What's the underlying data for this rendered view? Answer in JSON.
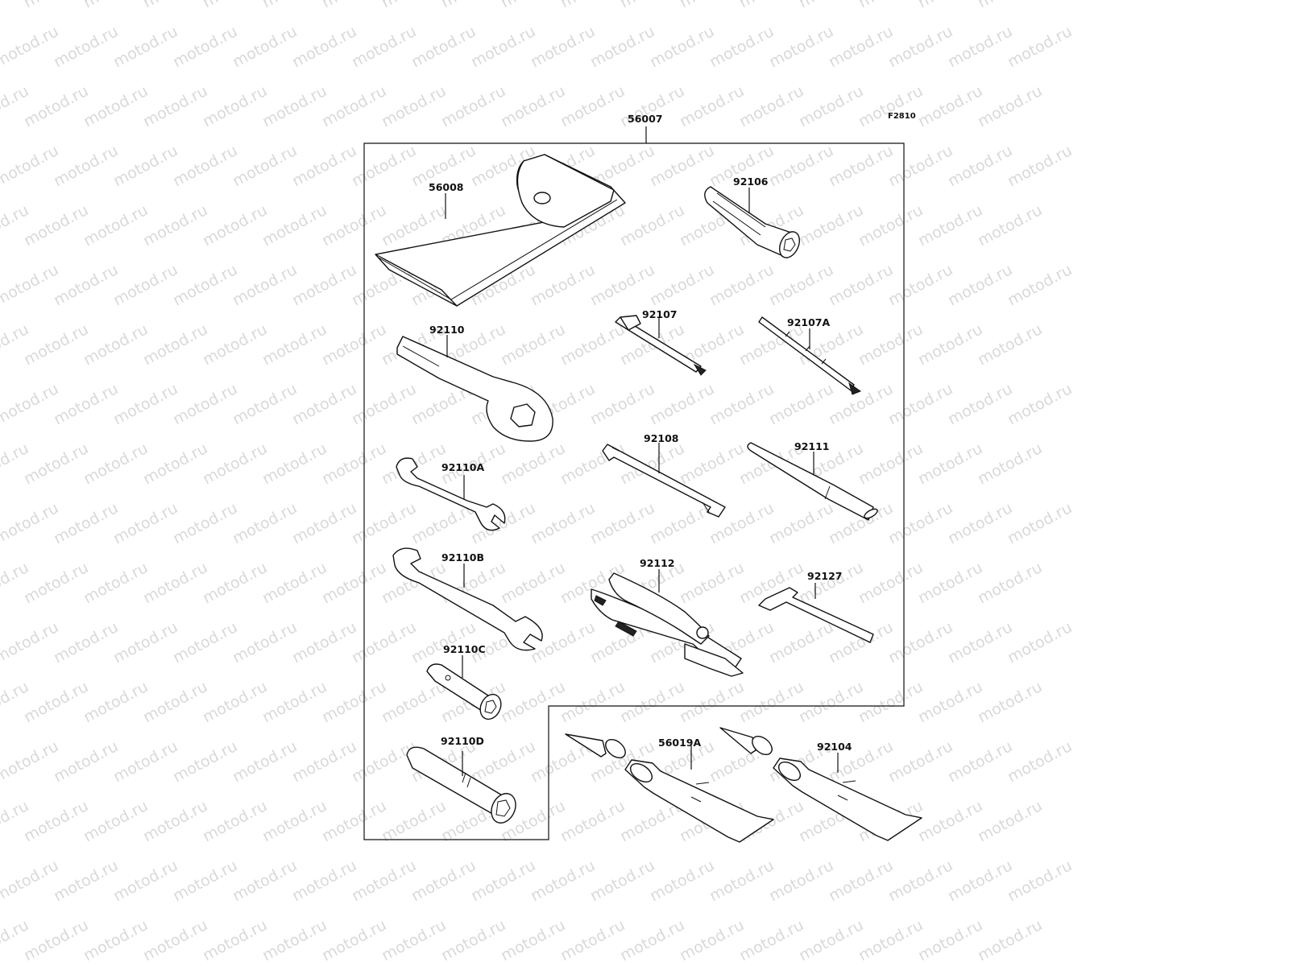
{
  "diagram_code": "F2810",
  "watermark_text": "motod.ru",
  "parts": [
    {
      "id": "kit",
      "number": "56007"
    },
    {
      "id": "bag",
      "number": "56008"
    },
    {
      "id": "socket-92106",
      "number": "92106"
    },
    {
      "id": "driver-92107",
      "number": "92107"
    },
    {
      "id": "driver-92107a",
      "number": "92107A"
    },
    {
      "id": "ring-wrench-92110",
      "number": "92110"
    },
    {
      "id": "wrench-92110a",
      "number": "92110A"
    },
    {
      "id": "wrench-92110b",
      "number": "92110B"
    },
    {
      "id": "box-92110c",
      "number": "92110C"
    },
    {
      "id": "box-92110d",
      "number": "92110D"
    },
    {
      "id": "handle-92108",
      "number": "92108"
    },
    {
      "id": "bar-92111",
      "number": "92111"
    },
    {
      "id": "pliers-92112",
      "number": "92112"
    },
    {
      "id": "hex-key-92127",
      "number": "92127"
    },
    {
      "id": "tube-56019a",
      "number": "56019A"
    },
    {
      "id": "tube-92104",
      "number": "92104"
    }
  ],
  "colors": {
    "line": "#111111",
    "watermark": "#d9d9d9",
    "background": "#ffffff"
  }
}
